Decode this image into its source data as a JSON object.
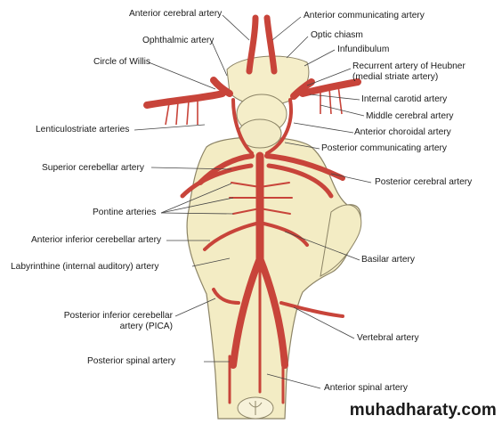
{
  "labels": {
    "anterior_cerebral": "Anterior cerebral artery",
    "anterior_communicating": "Anterior communicating artery",
    "ophthalmic": "Ophthalmic artery",
    "optic_chiasm": "Optic chiasm",
    "infundibulum": "Infundibulum",
    "circle_of_willis": "Circle of Willis",
    "recurrent_heubner_1": "Recurrent artery of Heubner",
    "recurrent_heubner_2": "(medial striate artery)",
    "internal_carotid": "Internal carotid artery",
    "middle_cerebral": "Middle cerebral artery",
    "lenticulostriate": "Lenticulostriate arteries",
    "anterior_choroidal": "Anterior choroidal artery",
    "posterior_communicating": "Posterior communicating artery",
    "superior_cerebellar": "Superior cerebellar artery",
    "posterior_cerebral": "Posterior cerebral artery",
    "pontine": "Pontine arteries",
    "aica": "Anterior inferior cerebellar artery",
    "basilar": "Basilar artery",
    "labyrinthine": "Labyrinthine (internal auditory) artery",
    "pica_1": "Posterior inferior cerebellar",
    "pica_2": "artery (PICA)",
    "vertebral": "Vertebral artery",
    "posterior_spinal": "Posterior spinal artery",
    "anterior_spinal": "Anterior spinal artery"
  },
  "watermark": "muhadharaty.com",
  "colors": {
    "artery": "#c8443a",
    "artery_dark": "#8e2a22",
    "brainstem": "#f3ecc4",
    "brainstem_edge": "#8c8466",
    "leader": "#444444"
  }
}
